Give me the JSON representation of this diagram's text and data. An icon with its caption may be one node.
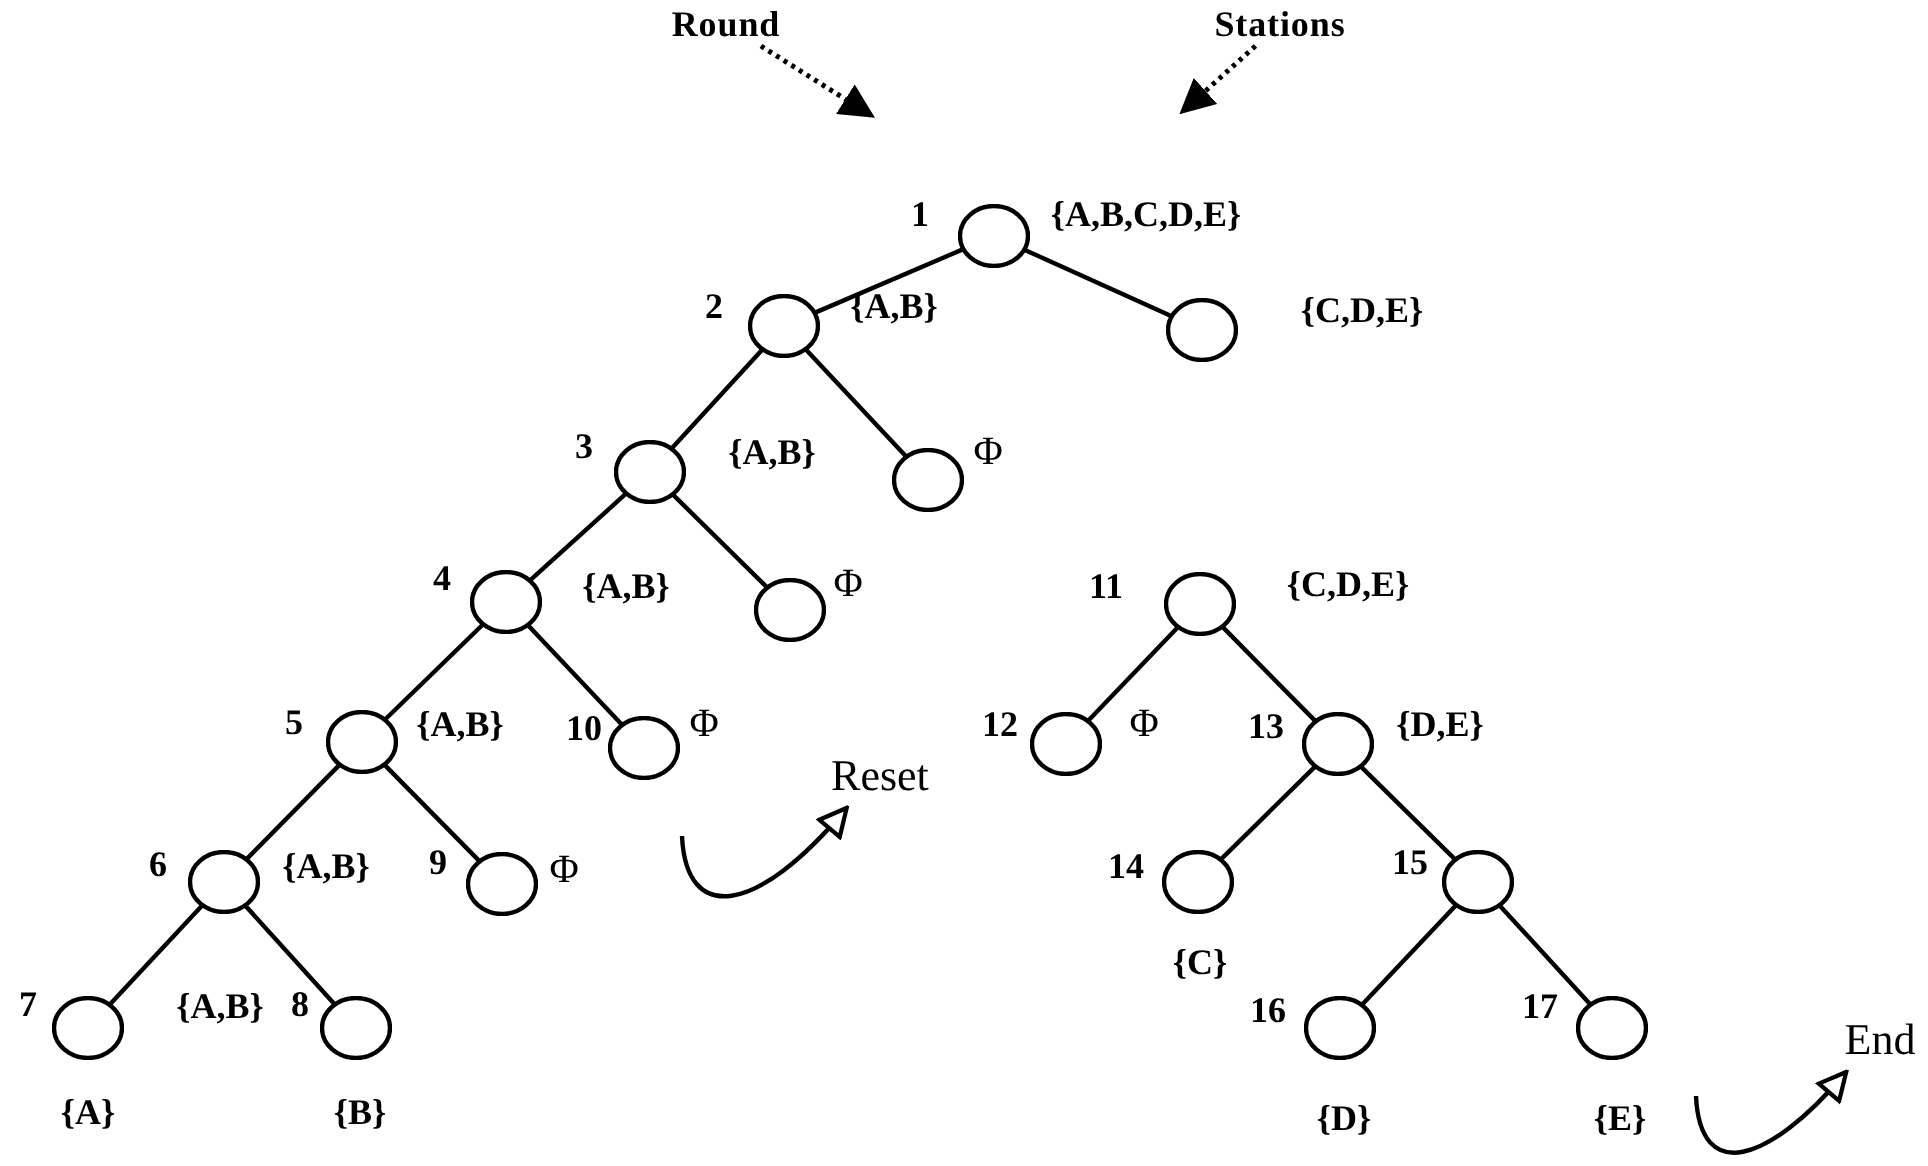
{
  "diagram": {
    "nodes": [
      {
        "text": [
          "Round"
        ]
      },
      {
        "text": [
          "Stations"
        ]
      },
      {
        "text": [],
        "shape": "circle",
        "beside": [
          "1",
          "{A,B,C,D,E}"
        ]
      },
      {
        "text": [],
        "shape": "circle",
        "beside": [
          "2",
          "{A,B}"
        ]
      },
      {
        "text": [],
        "shape": "circle",
        "beside": [
          "{C,D,E}"
        ]
      },
      {
        "text": [],
        "shape": "circle",
        "beside": [
          "3",
          "{A,B}"
        ]
      },
      {
        "text": [],
        "shape": "circle",
        "beside": [
          "Φ"
        ]
      },
      {
        "text": [],
        "shape": "circle",
        "beside": [
          "4",
          "{A,B}"
        ]
      },
      {
        "text": [],
        "shape": "circle",
        "beside": [
          "Φ"
        ]
      },
      {
        "text": [],
        "shape": "circle",
        "beside": [
          "11",
          "{C,D,E}"
        ]
      },
      {
        "text": [],
        "shape": "circle",
        "beside": [
          "5",
          "{A,B}"
        ]
      },
      {
        "text": [],
        "shape": "circle",
        "beside": [
          "10",
          "Φ"
        ]
      },
      {
        "text": [],
        "shape": "circle",
        "beside": [
          "12",
          "Φ"
        ]
      },
      {
        "text": [],
        "shape": "circle",
        "beside": [
          "13",
          "{D,E}"
        ]
      },
      {
        "text": [
          "Reset"
        ]
      },
      {
        "text": [],
        "shape": "circle",
        "beside": [
          "6",
          "{A,B}"
        ]
      },
      {
        "text": [],
        "shape": "circle",
        "beside": [
          "9",
          "Φ"
        ]
      },
      {
        "text": [],
        "shape": "circle",
        "beside": [
          "14",
          "{C}"
        ]
      },
      {
        "text": [],
        "shape": "circle",
        "beside": [
          "15"
        ]
      },
      {
        "text": [],
        "shape": "circle",
        "beside": [
          "7",
          "{A,B}",
          "{A}"
        ]
      },
      {
        "text": [],
        "shape": "circle",
        "beside": [
          "8",
          "{B}"
        ]
      },
      {
        "text": [],
        "shape": "circle",
        "beside": [
          "16",
          "{D}"
        ]
      },
      {
        "text": [],
        "shape": "circle",
        "beside": [
          "17",
          "{E}"
        ]
      },
      {
        "text": [
          "End"
        ]
      }
    ],
    "edges": [
      {
        "from": 0,
        "to": null,
        "arrow": "to",
        "style": "dashed"
      },
      {
        "from": 1,
        "to": null,
        "arrow": "to",
        "style": "dashed"
      },
      {
        "from": 2,
        "to": 3,
        "arrow": "none"
      },
      {
        "from": 2,
        "to": 4,
        "arrow": "none"
      },
      {
        "from": 3,
        "to": 5,
        "arrow": "none"
      },
      {
        "from": 3,
        "to": 6,
        "arrow": "none"
      },
      {
        "from": 5,
        "to": 7,
        "arrow": "none"
      },
      {
        "from": 5,
        "to": 8,
        "arrow": "none"
      },
      {
        "from": 7,
        "to": 10,
        "arrow": "none"
      },
      {
        "from": 7,
        "to": 11,
        "arrow": "none"
      },
      {
        "from": 10,
        "to": 15,
        "arrow": "none"
      },
      {
        "from": 10,
        "to": 16,
        "arrow": "none"
      },
      {
        "from": 15,
        "to": 19,
        "arrow": "none"
      },
      {
        "from": 15,
        "to": 20,
        "arrow": "none"
      },
      {
        "from": 9,
        "to": 12,
        "arrow": "none"
      },
      {
        "from": 9,
        "to": 13,
        "arrow": "none"
      },
      {
        "from": 13,
        "to": 17,
        "arrow": "none"
      },
      {
        "from": 13,
        "to": 18,
        "arrow": "none"
      },
      {
        "from": 18,
        "to": 21,
        "arrow": "none"
      },
      {
        "from": 18,
        "to": 22,
        "arrow": "none"
      },
      {
        "from": null,
        "to": 14,
        "arrow": "to"
      },
      {
        "from": null,
        "to": 23,
        "arrow": "to"
      }
    ]
  }
}
